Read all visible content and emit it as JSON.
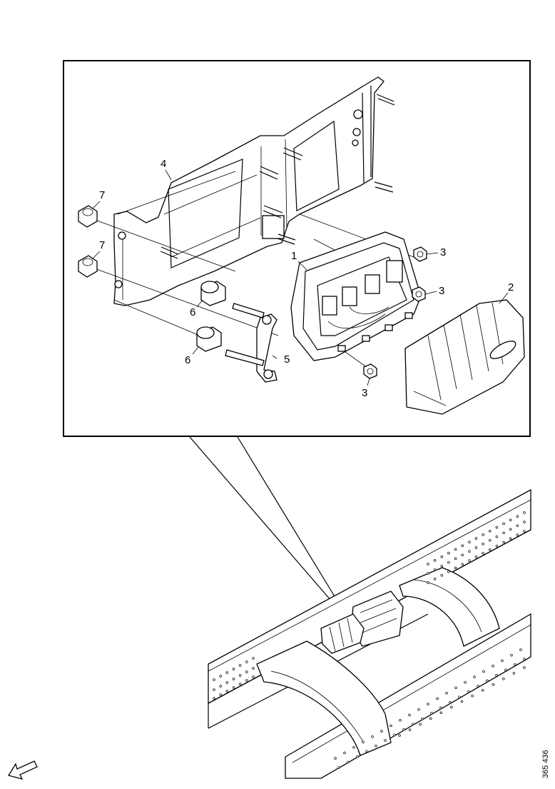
{
  "diagram": {
    "callouts": [
      "1",
      "2",
      "3",
      "3",
      "3",
      "4",
      "5",
      "6",
      "6",
      "7",
      "7"
    ],
    "reference_id": "365 436",
    "icons": [
      "direction-arrow-icon"
    ]
  }
}
